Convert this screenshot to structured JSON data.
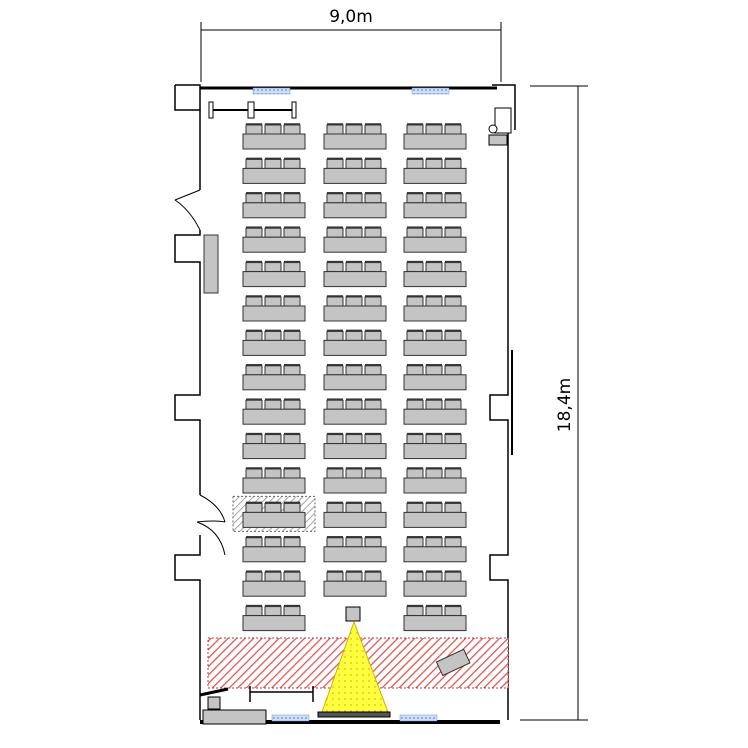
{
  "dimensions": {
    "width_label": "9,0m",
    "length_label": "18,4m"
  },
  "layout": {
    "columns": [
      {
        "name": "left",
        "rows": 15
      },
      {
        "name": "center",
        "rows": 14
      },
      {
        "name": "right",
        "rows": 15
      }
    ],
    "seats_per_table": 3,
    "highlighted_table": {
      "column": "left",
      "row": 12
    }
  },
  "colors": {
    "table": "#c4c4c4",
    "stage_hatch": "#e05050",
    "projection": "#ffff40",
    "window": "#a8c8f0"
  }
}
